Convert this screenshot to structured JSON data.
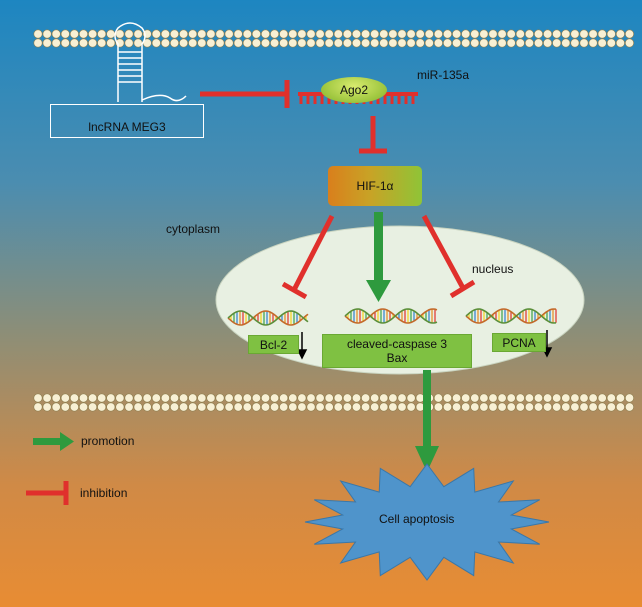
{
  "labels": {
    "lncrna": "lncRNA MEG3",
    "ago2": "Ago2",
    "mirna": "miR-135a",
    "hif": "HIF-1α",
    "cytoplasm": "cytoplasm",
    "nucleus": "nucleus",
    "bcl2": "Bcl-2",
    "caspase_line1": "cleaved-caspase 3",
    "caspase_line2": "Bax",
    "pcna": "PCNA",
    "apoptosis": "Cell apoptosis"
  },
  "legend": {
    "promotion": "promotion",
    "inhibition": "inhibition"
  },
  "colors": {
    "promotion_arrow": "#2e9a3e",
    "inhibition_bar": "#e0302c",
    "gene_box": "#7fc142",
    "nucleus_fill": "#e8f0e2",
    "apoptosis_star": "#4f94cb"
  },
  "edges": [
    {
      "from": "lncRNA MEG3",
      "to": "miR-135a",
      "type": "inhibition"
    },
    {
      "from": "miR-135a",
      "to": "HIF-1α",
      "type": "inhibition"
    },
    {
      "from": "HIF-1α",
      "to": "Bcl-2",
      "type": "inhibition"
    },
    {
      "from": "HIF-1α",
      "to": "cleaved-caspase 3 / Bax",
      "type": "promotion"
    },
    {
      "from": "HIF-1α",
      "to": "PCNA",
      "type": "inhibition"
    },
    {
      "from": "cleaved-caspase 3 / Bax",
      "to": "Cell apoptosis",
      "type": "promotion"
    }
  ]
}
